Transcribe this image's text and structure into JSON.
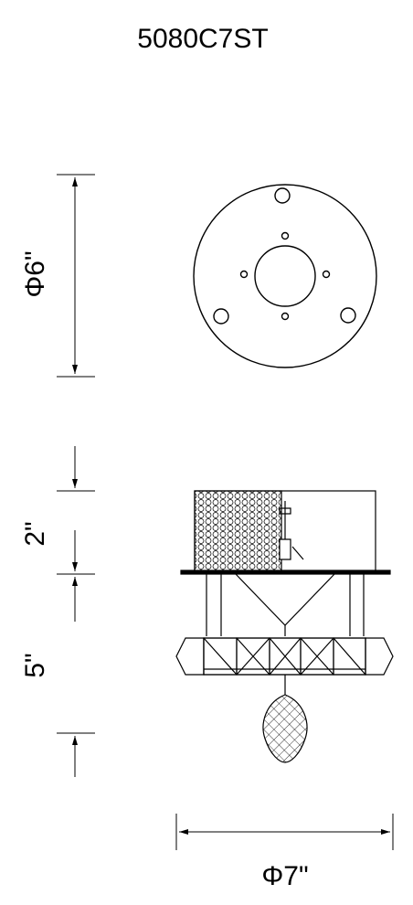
{
  "model": "5080C7ST",
  "dimensions": {
    "canopy_diameter": "Φ6\"",
    "canopy_height": "2\"",
    "drop_height": "5\"",
    "overall_diameter": "Φ7\""
  },
  "colors": {
    "line": "#000000",
    "background": "#ffffff"
  }
}
